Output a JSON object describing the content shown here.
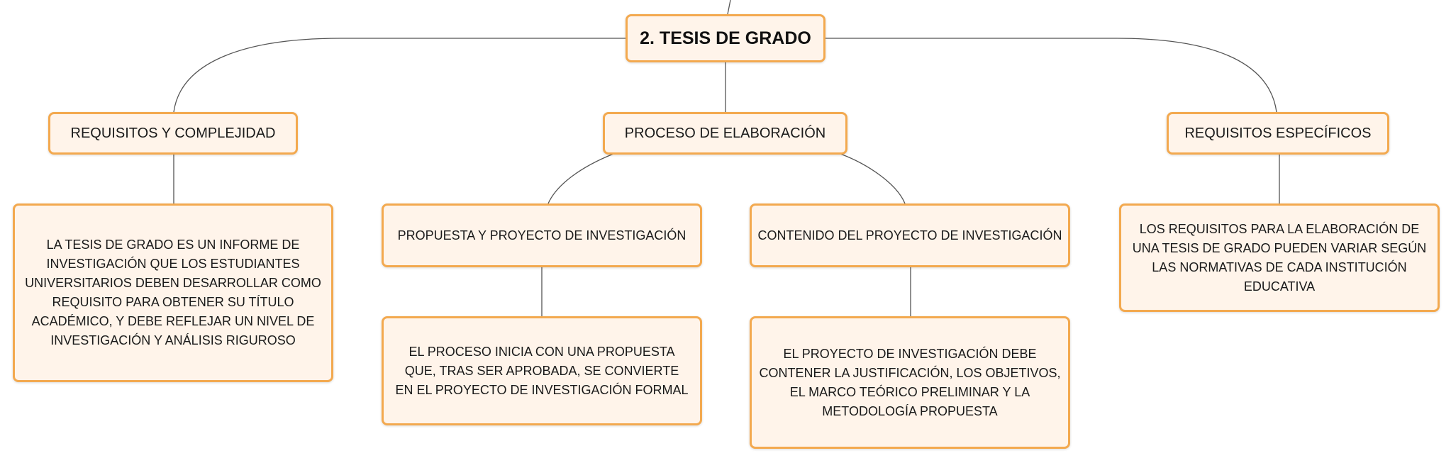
{
  "root": "2. TESIS DE GRADO",
  "branches": [
    {
      "title": "REQUISITOS Y COMPLEJIDAD",
      "text": "LA TESIS DE GRADO ES UN INFORME DE INVESTIGACIÓN QUE LOS ESTUDIANTES UNIVERSITARIOS DEBEN DESARROLLAR COMO REQUISITO PARA OBTENER SU TÍTULO ACADÉMICO, Y DEBE REFLEJAR UN NIVEL DE INVESTIGACIÓN Y ANÁLISIS RIGUROSO"
    },
    {
      "title": "PROCESO DE ELABORACIÓN",
      "children": [
        {
          "title": "PROPUESTA Y PROYECTO DE INVESTIGACIÓN",
          "text": "EL PROCESO INICIA CON UNA PROPUESTA QUE, TRAS SER APROBADA, SE CONVIERTE EN EL PROYECTO DE INVESTIGACIÓN FORMAL"
        },
        {
          "title": "CONTENIDO DEL PROYECTO DE INVESTIGACIÓN",
          "text": "EL PROYECTO DE INVESTIGACIÓN DEBE CONTENER LA JUSTIFICACIÓN, LOS OBJETIVOS, EL MARCO TEÓRICO PRELIMINAR Y LA METODOLOGÍA PROPUESTA"
        }
      ]
    },
    {
      "title": "REQUISITOS ESPECÍFICOS",
      "text": "LOS REQUISITOS PARA LA ELABORACIÓN DE UNA TESIS DE GRADO PUEDEN VARIAR SEGÚN LAS NORMATIVAS DE CADA INSTITUCIÓN EDUCATIVA"
    }
  ],
  "colors": {
    "node_fill": "#fff4ea",
    "node_border": "#f3a94f",
    "connector": "#555555"
  }
}
